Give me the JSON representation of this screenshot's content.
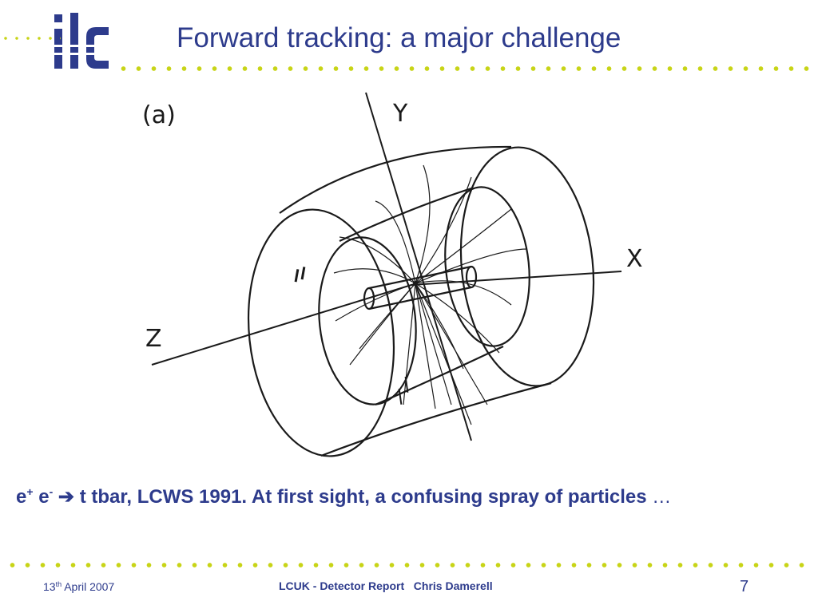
{
  "slide": {
    "title": "Forward tracking:  a major challenge",
    "logo_text": "ilc",
    "accent_color": "#c8d417",
    "text_color": "#2d3b8c"
  },
  "figure": {
    "panel_label": "(a)",
    "axis_y": "Y",
    "axis_x": "X",
    "axis_z": "Z"
  },
  "caption": {
    "e_plus_base": "e",
    "e_plus_sup": "+",
    "e_minus_base": "e",
    "e_minus_sup": "-",
    "arrow": "➔",
    "text": "t tbar, LCWS 1991.  At first sight, a confusing spray of particles",
    "ellipsis": "…"
  },
  "footer": {
    "date_day": "13",
    "date_suffix": "th",
    "date_rest": " April 2007",
    "center": "LCUK - Detector Report   Chris Damerell",
    "page_number": "7"
  }
}
